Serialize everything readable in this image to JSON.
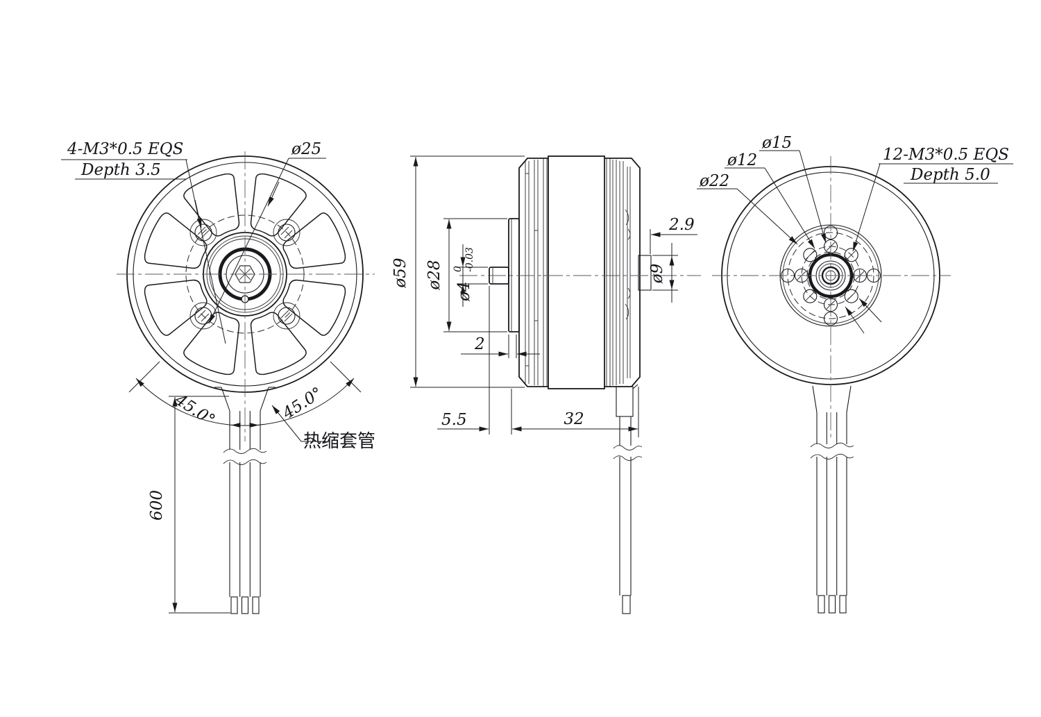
{
  "drawing": {
    "front_view": {
      "callout_thread": "4-M3*0.5 EQS",
      "callout_depth": "Depth 3.5",
      "dim_bolt_circle": "ø25",
      "dim_angle_left": "45.0°",
      "dim_angle_right": "45.0°",
      "dim_lead_length": "600",
      "label_sleeve": "热缩套管"
    },
    "side_view": {
      "dim_outer_dia": "ø59",
      "dim_flange_dia": "ø28",
      "dim_shaft_dia": "ø4",
      "dim_shaft_tol_upper": "0",
      "dim_shaft_tol_lower": "-0.03",
      "dim_end_lip": "2.9",
      "dim_wire_boss_dia": "ø9",
      "dim_flange_thickness": "2",
      "dim_shaft_extension": "5.5",
      "dim_body_length": "32"
    },
    "rear_view": {
      "dim_circle_15": "ø15",
      "dim_circle_12": "ø12",
      "dim_circle_22": "ø22",
      "callout_thread": "12-M3*0.5 EQS",
      "callout_depth": "Depth 5.0"
    },
    "colors": {
      "line": "#1a1a1e",
      "centerline": "#5a5a60",
      "background": "#ffffff"
    }
  }
}
